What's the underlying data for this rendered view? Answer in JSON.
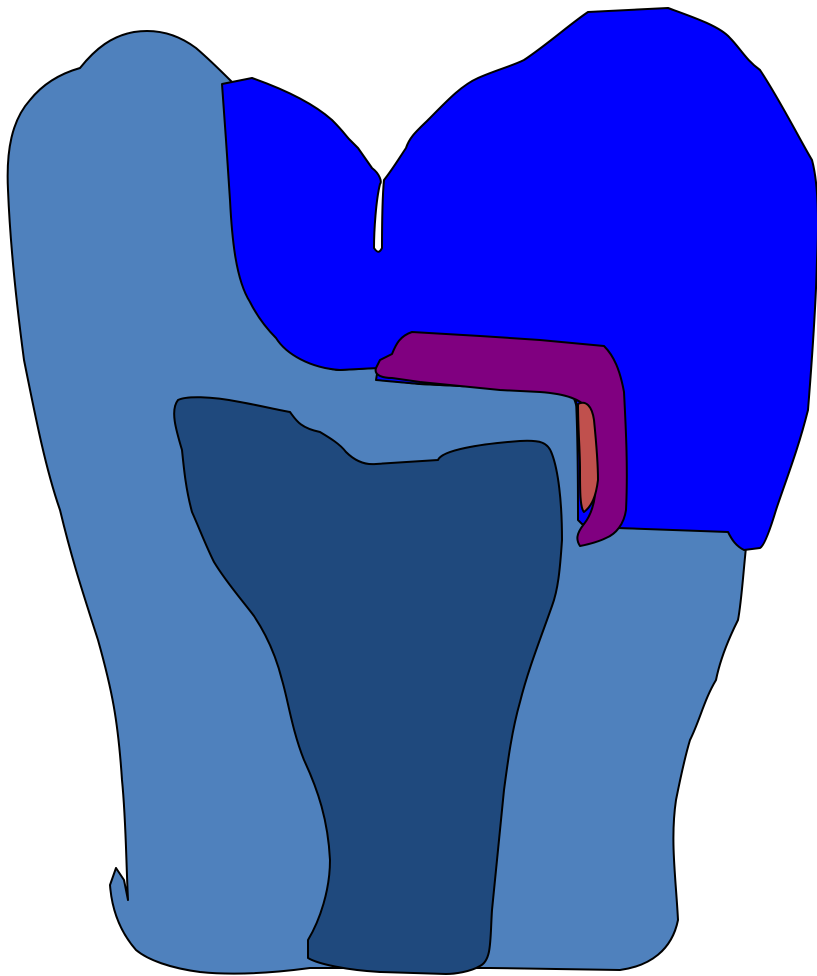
{
  "diagram": {
    "regions": [
      {
        "id": "outer-tissue",
        "color": "#4f81bd"
      },
      {
        "id": "upper-cap",
        "color": "#0000ff"
      },
      {
        "id": "inner-core",
        "color": "#1f497d"
      },
      {
        "id": "bridge-band",
        "color": "#800080"
      },
      {
        "id": "small-inclusion",
        "color": "#c0504d"
      }
    ]
  }
}
